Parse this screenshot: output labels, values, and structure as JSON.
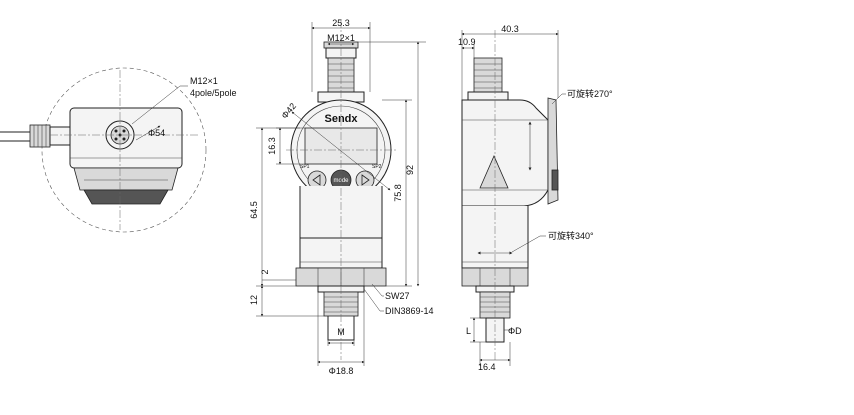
{
  "left_view": {
    "label_m12": "M12×1",
    "label_pole": "4pole/5pole",
    "label_dia": "Φ54"
  },
  "front_view": {
    "logo": "Sendx",
    "mode_button": "mode",
    "sp1": "SP1",
    "sp2": "SP2",
    "dim_width": "25.3",
    "dim_thread_top": "M12×1",
    "dim_display_dia": "Φ42",
    "dim_display_h": "16.3",
    "dim_height_64": "64.5",
    "dim_height_75": "75.8",
    "dim_height_92": "92",
    "dim_2": "2",
    "dim_12": "12",
    "label_sw": "SW27",
    "label_din": "DIN3869-14",
    "label_m": "M",
    "dim_bottom": "Φ18.8"
  },
  "side_view": {
    "dim_width": "40.3",
    "dim_top_offset": "10.9",
    "label_rotate_270": "可旋转270°",
    "label_rotate_340": "可旋转340°",
    "label_L": "L",
    "label_phiD": "ΦD",
    "dim_bottom": "16.4"
  }
}
